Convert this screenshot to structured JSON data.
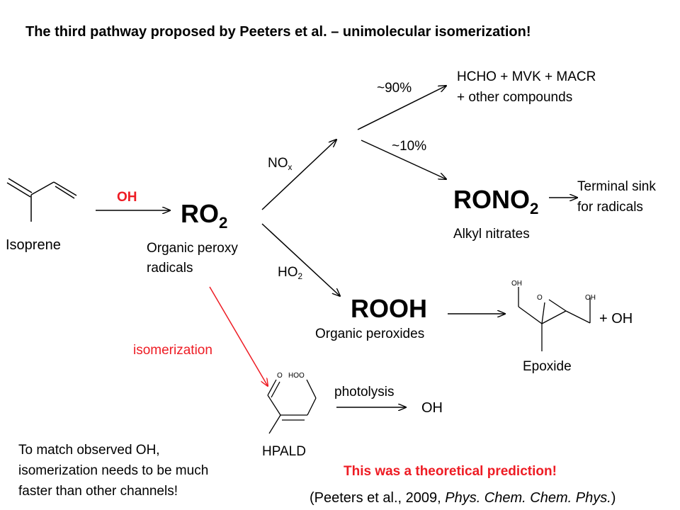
{
  "title": "The third pathway proposed by Peeters et al. – unimolecular isomerization!",
  "isoprene": {
    "label": "Isoprene"
  },
  "oh_reagent": "OH",
  "ro2": {
    "main": "RO",
    "sub": "2",
    "desc_line1": "Organic peroxy",
    "desc_line2": "radicals"
  },
  "nox": {
    "main": "NO",
    "sub": "x"
  },
  "ho2": {
    "main": "HO",
    "sub": "2"
  },
  "branch_90": {
    "percent": "~90%",
    "products_line1": "HCHO + MVK + MACR",
    "products_line2": "+ other compounds"
  },
  "branch_10": {
    "percent": "~10%"
  },
  "rono2": {
    "main": "RONO",
    "sub": "2",
    "desc": "Alkyl nitrates",
    "sink_line1": "Terminal sink",
    "sink_line2": "for radicals"
  },
  "rooh": {
    "label": "ROOH",
    "desc": "Organic peroxides"
  },
  "epoxide": {
    "label": "Epoxide",
    "plus_oh": "+ OH",
    "atoms": {
      "oh_left": "OH",
      "o_ring": "O",
      "oh_right": "OH"
    }
  },
  "isomerization": {
    "label": "isomerization"
  },
  "hpald": {
    "label": "HPALD",
    "atoms": {
      "o": "O",
      "hoo": "HOO"
    }
  },
  "photolysis": {
    "label": "photolysis",
    "product": "OH"
  },
  "note": {
    "line1": "To match observed OH,",
    "line2": "isomerization needs to be much",
    "line3": "faster than other channels!"
  },
  "prediction": "This was a theoretical prediction!",
  "citation": {
    "prefix": "(Peeters et al., 2009, ",
    "journal": "Phys. Chem. Chem. Phys.",
    "suffix": ")"
  },
  "colors": {
    "highlight_red": "#ee1c24",
    "line": "#000000"
  }
}
